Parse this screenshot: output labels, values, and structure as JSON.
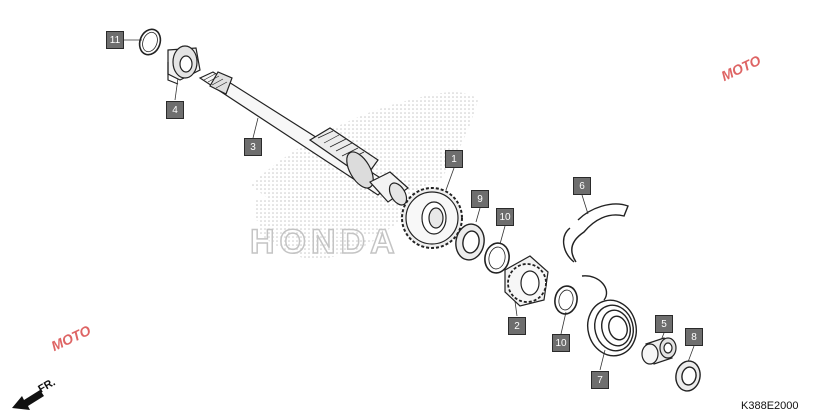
{
  "diagram": {
    "brand_watermark": "HONDA",
    "part_code": "K388E2000",
    "front_indicator": "FR.",
    "site_watermark": "MOTO",
    "callouts": [
      {
        "id": "c11",
        "label": "11"
      },
      {
        "id": "c4",
        "label": "4"
      },
      {
        "id": "c3",
        "label": "3"
      },
      {
        "id": "c1",
        "label": "1"
      },
      {
        "id": "c9",
        "label": "9"
      },
      {
        "id": "c10a",
        "label": "10"
      },
      {
        "id": "c6",
        "label": "6"
      },
      {
        "id": "c2",
        "label": "2"
      },
      {
        "id": "c10b",
        "label": "10"
      },
      {
        "id": "c5",
        "label": "5"
      },
      {
        "id": "c8",
        "label": "8"
      },
      {
        "id": "c7",
        "label": "7"
      }
    ]
  }
}
